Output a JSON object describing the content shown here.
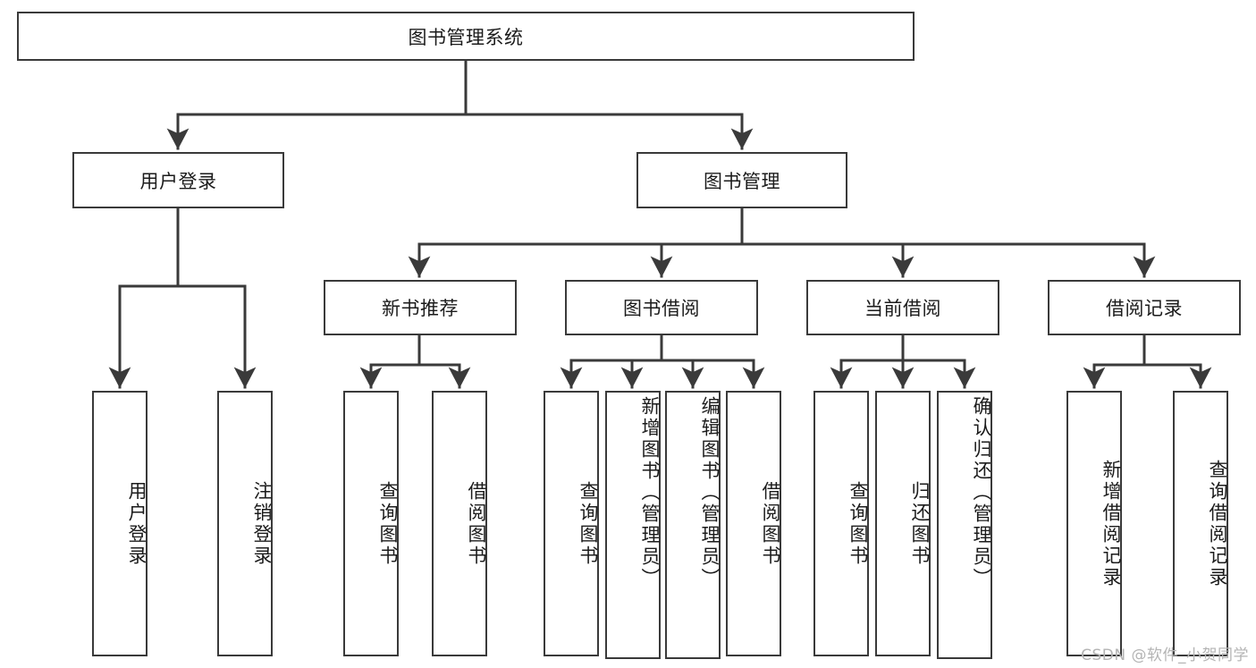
{
  "diagram": {
    "title": "图书管理系统",
    "type": "tree-hierarchy-chart",
    "colors": {
      "stroke": "#3a3a3a",
      "fill": "#ffffff",
      "text": "#1b1b1b",
      "watermark": "#b4b4b4"
    },
    "root": {
      "label": "图书管理系统"
    },
    "level1": [
      {
        "label": "用户登录"
      },
      {
        "label": "图书管理"
      }
    ],
    "level2": [
      {
        "label": "新书推荐"
      },
      {
        "label": "图书借阅"
      },
      {
        "label": "当前借阅"
      },
      {
        "label": "借阅记录"
      }
    ],
    "leaves": {
      "user_login": [
        {
          "label": "用户登录"
        },
        {
          "label": "注销登录"
        }
      ],
      "new_book_recommend": [
        {
          "label": "查询图书"
        },
        {
          "label": "借阅图书"
        }
      ],
      "book_borrow": [
        {
          "label": "查询图书"
        },
        {
          "label": "新增图书（管理员）"
        },
        {
          "label": "编辑图书（管理员）"
        },
        {
          "label": "借阅图书"
        }
      ],
      "current_borrow": [
        {
          "label": "查询图书"
        },
        {
          "label": "归还图书"
        },
        {
          "label": "确认归还（管理员）"
        }
      ],
      "borrow_record": [
        {
          "label": "新增借阅记录"
        },
        {
          "label": "查询借阅记录"
        }
      ]
    }
  },
  "watermark": {
    "text": "CSDN @软件_小贺同学"
  }
}
